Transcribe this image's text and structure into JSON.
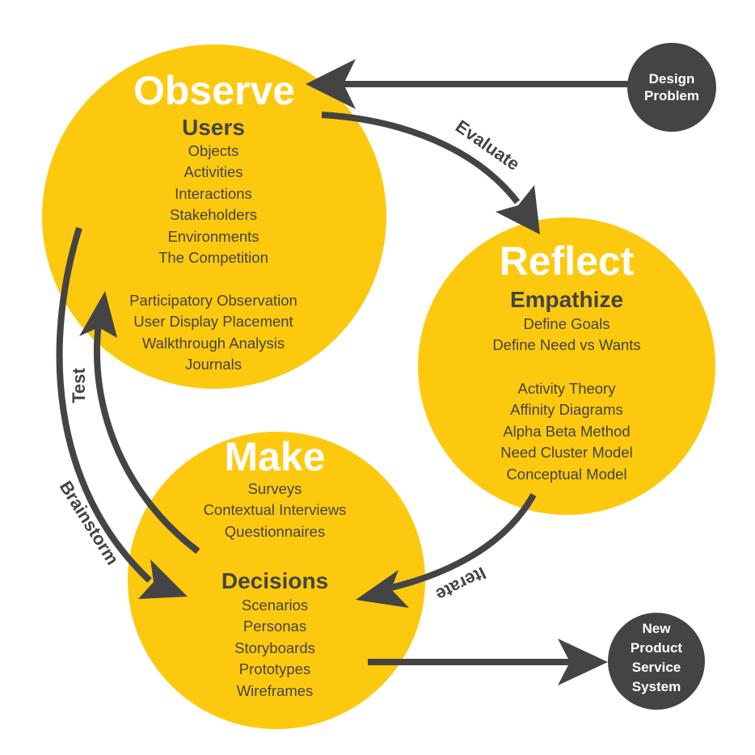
{
  "colors": {
    "circle": "#fdc90e",
    "dark": "#444444",
    "text_on_circle": "#ffffff"
  },
  "observe": {
    "title": "Observe",
    "subtitle": "Users",
    "items": [
      "Objects",
      "Activities",
      "Interactions",
      "Stakeholders",
      "Environments",
      "The Competition"
    ],
    "methods": [
      "Participatory Observation",
      "User Display Placement",
      "Walkthrough Analysis",
      "Journals"
    ]
  },
  "reflect": {
    "title": "Reflect",
    "subtitle": "Empathize",
    "items": [
      "Define Goals",
      "Define Need vs Wants"
    ],
    "methods": [
      "Activity Theory",
      "Affinity Diagrams",
      "Alpha Beta Method",
      "Need Cluster Model",
      "Conceptual Model"
    ]
  },
  "make": {
    "title": "Make",
    "items": [
      "Surveys",
      "Contextual Interviews",
      "Questionnaires"
    ],
    "subtitle": "Decisions",
    "methods": [
      "Scenarios",
      "Personas",
      "Storyboards",
      "Prototypes",
      "Wireframes"
    ]
  },
  "nodes": {
    "design_problem": [
      "Design",
      "Problem"
    ],
    "new_product": [
      "New",
      "Product",
      "Service",
      "System"
    ]
  },
  "arrows": {
    "evaluate": "Evaluate",
    "iterate": "Iterate",
    "test": "Test",
    "brainstorm": "Brainstorm"
  }
}
